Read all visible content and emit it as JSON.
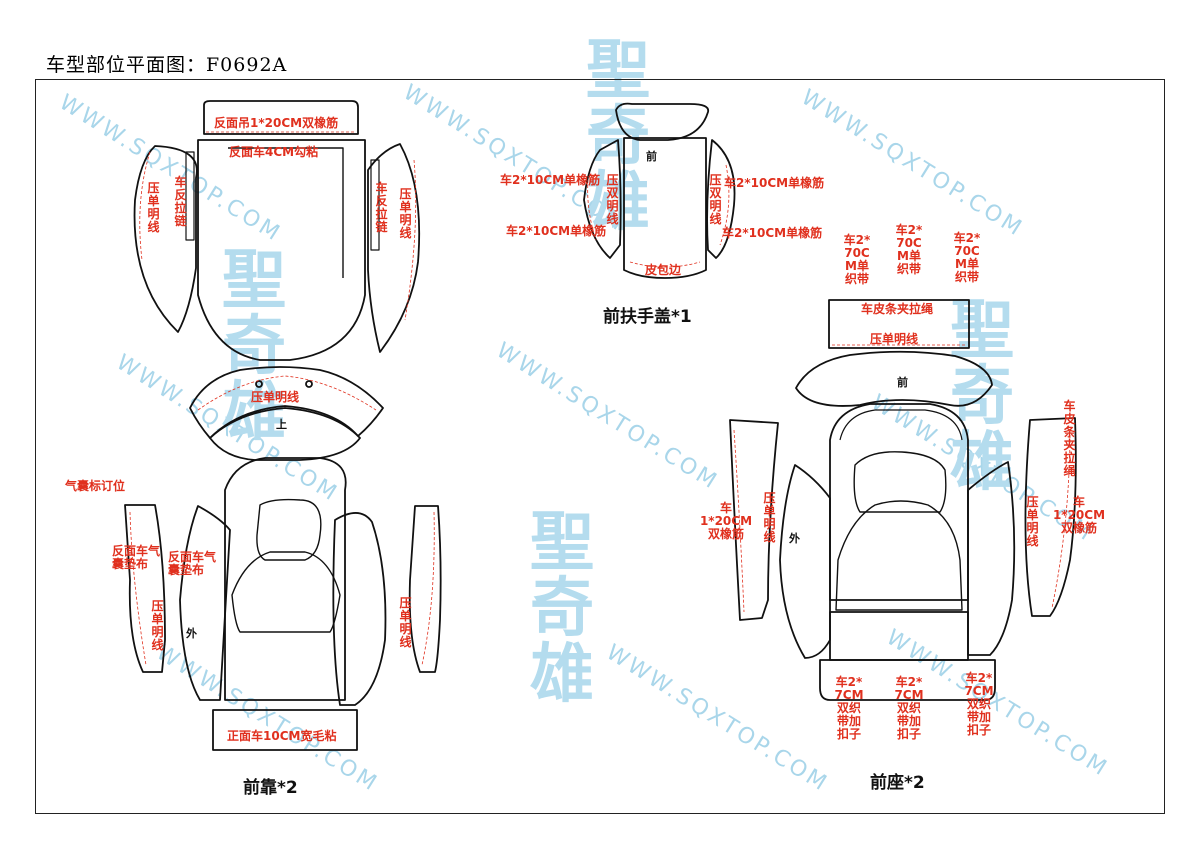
{
  "title": "车型部位平面图：F0692A",
  "watermark": {
    "text": "WWW.SQXTOP.COM",
    "logo": "聖奇雄"
  },
  "captions": {
    "front_back": "前靠*2",
    "armrest": "前扶手盖*1",
    "front_seat": "前座*2"
  },
  "front_back": {
    "label_top_strip": "反面吊1*20CM双橡筋",
    "label_top_hook": "反面车4CM勾粘",
    "label_left_side": "压单明线",
    "label_left_zip": "车反拉链",
    "label_right_zip": "车反拉链",
    "label_right_side": "压单明线",
    "label_band": "压单明线",
    "mark_up": "上",
    "label_airbag_mark": "气囊标订位",
    "label_airbag_left": "反面车气囊垫布",
    "label_airbag_right": "反面车气囊垫布",
    "label_lower_left": "压单明线",
    "mark_out": "外",
    "label_lower_right": "压单明线",
    "label_bottom": "正面车10CM宽毛粘"
  },
  "armrest": {
    "mark_front": "前",
    "label_left_1": "车2*10CM单橡筋",
    "label_left_2": "车2*10CM单橡筋",
    "label_left_side": "压双明线",
    "label_right_side": "压双明线",
    "label_right_1": "车2*10CM单橡筋",
    "label_right_2": "车2*10CM单橡筋",
    "label_bottom": "皮包边"
  },
  "front_seat": {
    "label_band_1": "车2*70CM单织带",
    "label_band_2": "车2*70CM单织带",
    "label_band_3": "车2*70CM单织带",
    "label_top_strip": "车皮条夹拉绳",
    "label_top_line": "压单明线",
    "mark_front": "前",
    "label_right_rope": "车皮条夹拉绳",
    "label_left_elastic": "车1*20CM双橡筋",
    "label_left_side": "压单明线",
    "mark_out": "外",
    "label_right_side": "压单明线",
    "label_right_elastic": "车1*20CM双橡筋",
    "label_buckle_1": "车2*7CM双织带加扣子",
    "label_buckle_2": "车2*7CM双织带加扣子",
    "label_buckle_3": "车2*7CM双织带加扣子"
  }
}
